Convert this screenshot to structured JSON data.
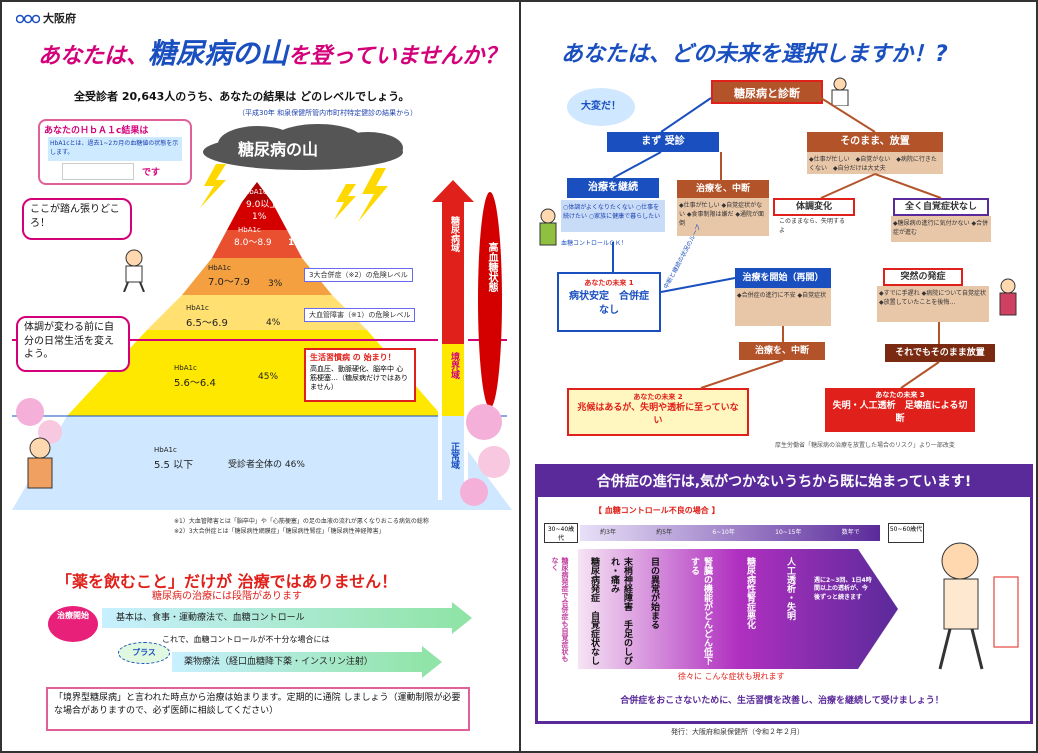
{
  "left": {
    "logo": "大阪府",
    "title_prefix": "あなたは、",
    "title_main": "糖尿病の山",
    "title_suffix": "を登っていませんか？",
    "subtitle": "全受診者 20,643人のうち、あなたの結果は どのレベルでしょう。",
    "source_note": "（平成30年 和泉保健所管内市町村特定健診の結果から）",
    "hba_box": {
      "heading": "あなたのＨｂＡ１c結果は",
      "desc": "HbA1cとは、過去1~2カ月の血糖値の状態を示します。",
      "unit": "です"
    },
    "cloud_label": "糖尿病の山",
    "callout_top": "ここが踏ん張りどころ！",
    "callout_mid": "体調が変わる前に自分の日常生活を変えよう。",
    "levels": [
      {
        "label": "HbA1c",
        "range": "9.0以上",
        "pct": "1%"
      },
      {
        "label": "HbA1c",
        "range": "8.0～8.9",
        "pct": "1%"
      },
      {
        "label": "HbA1c",
        "range": "7.0～7.9",
        "pct": "3%"
      },
      {
        "label": "HbA1c",
        "range": "6.5～6.9",
        "pct": "4%"
      },
      {
        "label": "HbA1c",
        "range": "5.6～6.4",
        "pct": "45%"
      },
      {
        "label": "HbA1c",
        "range": "5.5 以下",
        "pct": "受診者全体の 46%"
      }
    ],
    "risk_1": "3大合併症（※2）の危険レベル",
    "risk_2": "大血管障害（※1）の危険レベル",
    "start_box": {
      "heading": "生活習慣病 の 始まり！",
      "body": "高血圧、動脈硬化、脳卒中 心筋梗塞…（糖尿病だけではありません）"
    },
    "side_labels": {
      "disease": "糖尿病域",
      "high": "高血糖状態",
      "border": "境界域",
      "normal": "正常域"
    },
    "footnote_1": "※1）大血管障害とは「脳卒中」や「心筋梗塞」の足の血液の流れが悪くなりおこる病気の総称",
    "footnote_2": "※2）3大合併症とは「糖尿病性網膜症」「糖尿病性腎症」「糖尿病性神経障害」",
    "drug_title": "「薬を飲むこと」だけが 治療ではありません！",
    "drug_sub": "糖尿病の治療には段階があります",
    "treatment_label": "治療開始",
    "step1": "基本は、食事・運動療法で、血糖コントロール",
    "plus_note": "これで、血糖コントロールが不十分な場合には",
    "plus_label": "プラス",
    "step2": "薬物療法（経口血糖降下薬・インスリン注射）",
    "bottom_note": "「境界型糖尿病」と言われた時点から治療は始まります。定期的に通院 しましょう（運動制限が必要な場合がありますので、必ず医師に相談してください）"
  },
  "right": {
    "title": "あなたは、どの未来を選択しますか！?",
    "shout": "大変だ！",
    "diagnosis": "糖尿病と診断",
    "go_clinic": "まず 受診",
    "neglect": "そのまま、放置",
    "neglect_reasons": "◆仕事が忙しい　◆自覚がない　◆病院に行きたくない　◆自分だけは大丈夫",
    "continue_tx": "治療を継続",
    "stop_tx": "治療を、中断",
    "stop_reasons": "◆仕事が忙しい ◆自覚症状がない ◆食事制限は嫌だ ◆通院が面倒",
    "continue_effects": "○体調がよくなりたくない ○仕事を続けたい ○家族に健康で暮らしたい",
    "control_ok": "血糖コントロールＯＫ！",
    "body_change": "体調変化",
    "body_change_note": "このままなら、失明するよ",
    "no_symptom": "全く自覚症状なし",
    "no_symptom_note": "◆糖尿病の進行に気付かない ◆合併症が進む",
    "future1_head": "あなたの未来 1",
    "future1_body": "病状安定　合併症なし",
    "restart": "治療を開始（再開）",
    "restart_note": "◆合併症の進行に不安 ◆自覚症状",
    "sudden_attack": "突然の発症",
    "sudden_note": "◆すでに手遅れ ◆病院について自覚症状 ◆放置していたことを後悔…",
    "stop_again": "治療を、中断",
    "continue_neglect": "それでもそのまま放置",
    "diagonal_label": "中断と継続の状況のループ",
    "future2_head": "あなたの未来 2",
    "future2_body": "兆候はあるが、失明や透析に至っていない",
    "future3_head": "あなたの未来 3",
    "future3_body": "失明・人工透析　足壊疽による切断",
    "source": "厚生労働省「糖尿病の治療を放置した場合のリスク」より一部改変",
    "panel_title": "合併症の進行は,気がつかないうちから既に始まっています!",
    "panel_sub": "【 血糖コントロール不良の場合 】",
    "age_start": "30~40歳代",
    "age_end": "50~60歳代",
    "timeline": [
      "約3年",
      "約5年",
      "6~10年",
      "10~15年",
      "数年で"
    ],
    "stages": [
      "糖尿病発症　自覚症状なし",
      "末梢神経障害　手足のしびれ・痛み",
      "目の異常が始まる",
      "腎臓の機能がどんどん低下する",
      "糖尿病性腎症悪化",
      "人工透析・失明",
      "週に2~3回、1日4時間以上の透析が、今後ずっと続きます"
    ],
    "left_vertical": "糖尿病発症で合併症も自覚症状もなく",
    "bottom_warning": "徐々に こんな症状も現れます",
    "panel_footer": "合併症をおこさないために、生活習慣を改善し、治療を継続して受けましょう！",
    "publisher": "発行：大阪府和泉保健所（令和２年２月）"
  }
}
